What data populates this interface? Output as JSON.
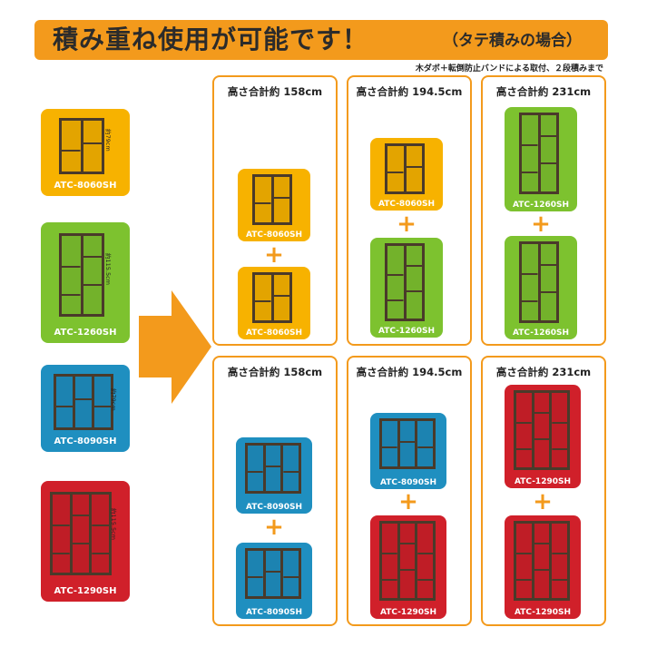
{
  "banner": {
    "title": "積み重ね使用が可能です！",
    "subtitle": "（タテ積みの場合）",
    "note": "木ダボ＋転倒防止バンドによる取付、２段積みまで"
  },
  "colors": {
    "accent": "#f39a1c",
    "yellow": "#f7b200",
    "green": "#7dc22f",
    "blue": "#1f8fc0",
    "red": "#d0202a",
    "shelf_wood": "#4a3a2a"
  },
  "products": [
    {
      "model": "ATC-8060SH",
      "height": "約79cm",
      "color": "yellow"
    },
    {
      "model": "ATC-1260SH",
      "height": "約115.5cm",
      "color": "green"
    },
    {
      "model": "ATC-8090SH",
      "height": "約79cm",
      "color": "blue"
    },
    {
      "model": "ATC-1290SH",
      "height": "約115.5cm",
      "color": "red"
    }
  ],
  "arrow_icon": "right-arrow-icon",
  "combos": [
    {
      "total": "高さ合計約 158cm",
      "top": "ATC-8060SH",
      "bottom": "ATC-8060SH",
      "plus": "+"
    },
    {
      "total": "高さ合計約 194.5cm",
      "top": "ATC-8060SH",
      "bottom": "ATC-1260SH",
      "plus": "+"
    },
    {
      "total": "高さ合計約 231cm",
      "top": "ATC-1260SH",
      "bottom": "ATC-1260SH",
      "plus": "+"
    },
    {
      "total": "高さ合計約 158cm",
      "top": "ATC-8090SH",
      "bottom": "ATC-8090SH",
      "plus": "+"
    },
    {
      "total": "高さ合計約 194.5cm",
      "top": "ATC-8090SH",
      "bottom": "ATC-1290SH",
      "plus": "+"
    },
    {
      "total": "高さ合計約 231cm",
      "top": "ATC-1290SH",
      "bottom": "ATC-1290SH",
      "plus": "+"
    }
  ]
}
